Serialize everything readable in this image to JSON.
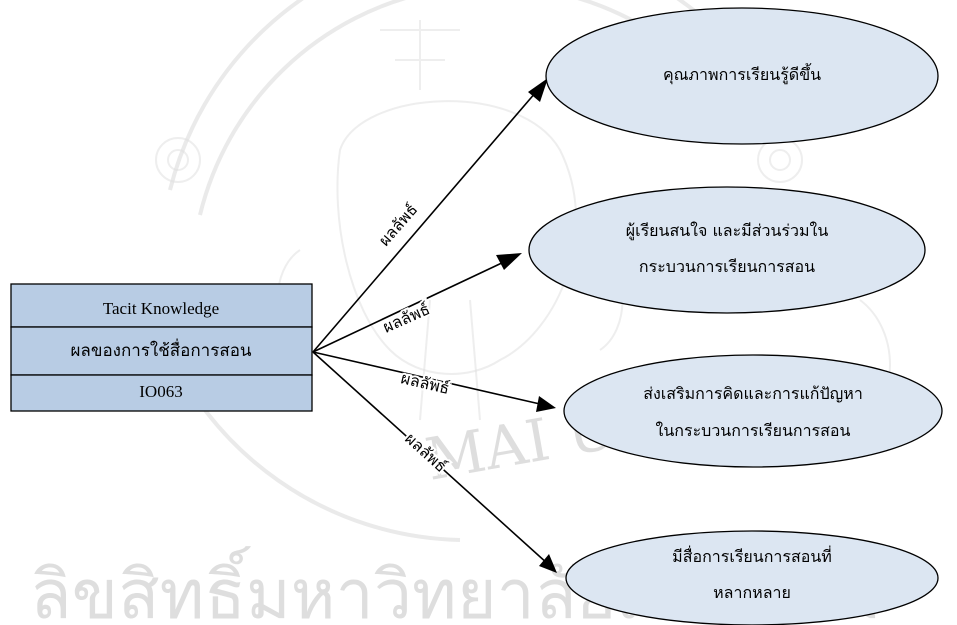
{
  "watermark": {
    "university_arc": "MAI UNIVER",
    "footer_text": "ลิขสิทธิ์มหาวิทยาลัยเชียงใหม่"
  },
  "source_box": {
    "title": "Tacit Knowledge",
    "subtitle": "ผลของการใช้สื่อการสอน",
    "code": "IO063"
  },
  "targets": [
    {
      "lines": [
        "คุณภาพการเรียนรู้ดีขึ้น"
      ]
    },
    {
      "lines": [
        "ผู้เรียนสนใจ และมีส่วนร่วมใน",
        "กระบวนการเรียนการสอน"
      ]
    },
    {
      "lines": [
        "ส่งเสริมการคิดและการแก้ปัญหา",
        "ในกระบวนการเรียนการสอน"
      ]
    },
    {
      "lines": [
        "มีสื่อการเรียนการสอนที่",
        "หลากหลาย"
      ]
    }
  ],
  "edges": [
    {
      "label": "ผลลัพธ์"
    },
    {
      "label": "ผลลัพธ์"
    },
    {
      "label": "ผลลัพธ์"
    },
    {
      "label": "ผลลัพธ์"
    }
  ],
  "colors": {
    "box_fill": "#b8cce4",
    "ellipse_fill": "#dce6f2",
    "stroke": "#000000"
  }
}
